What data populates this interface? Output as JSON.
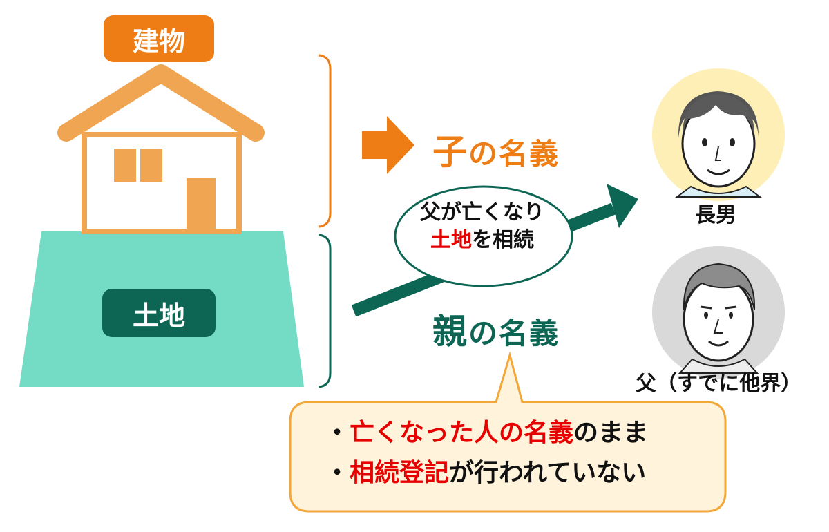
{
  "labels": {
    "building": "建物",
    "land": "土地"
  },
  "names": {
    "child": {
      "head": "子",
      "tail": "の名義"
    },
    "parent": {
      "head": "親",
      "tail": "の名義"
    }
  },
  "bubble": {
    "line1": "父が亡くなり",
    "line2_highlight": "土地",
    "line2_rest": "を相続"
  },
  "people": {
    "eldest_son": "長男",
    "father": "父（すでに他界）"
  },
  "note": {
    "bullet": "・",
    "line1_highlight": "亡くなった人の名義",
    "line1_rest": "のまま",
    "line2_highlight": "相続登記",
    "line2_rest": "が行われていない"
  },
  "colors": {
    "orange": "#ed7d14",
    "house_orange": "#f0a552",
    "teal_dark": "#0d6654",
    "land_fill": "#74dcc5",
    "red": "#e60000",
    "note_fill": "#fff3dc",
    "note_border": "#f3a738",
    "face_bg_son": "#fdefb6",
    "face_bg_father": "#d9d9d9"
  }
}
